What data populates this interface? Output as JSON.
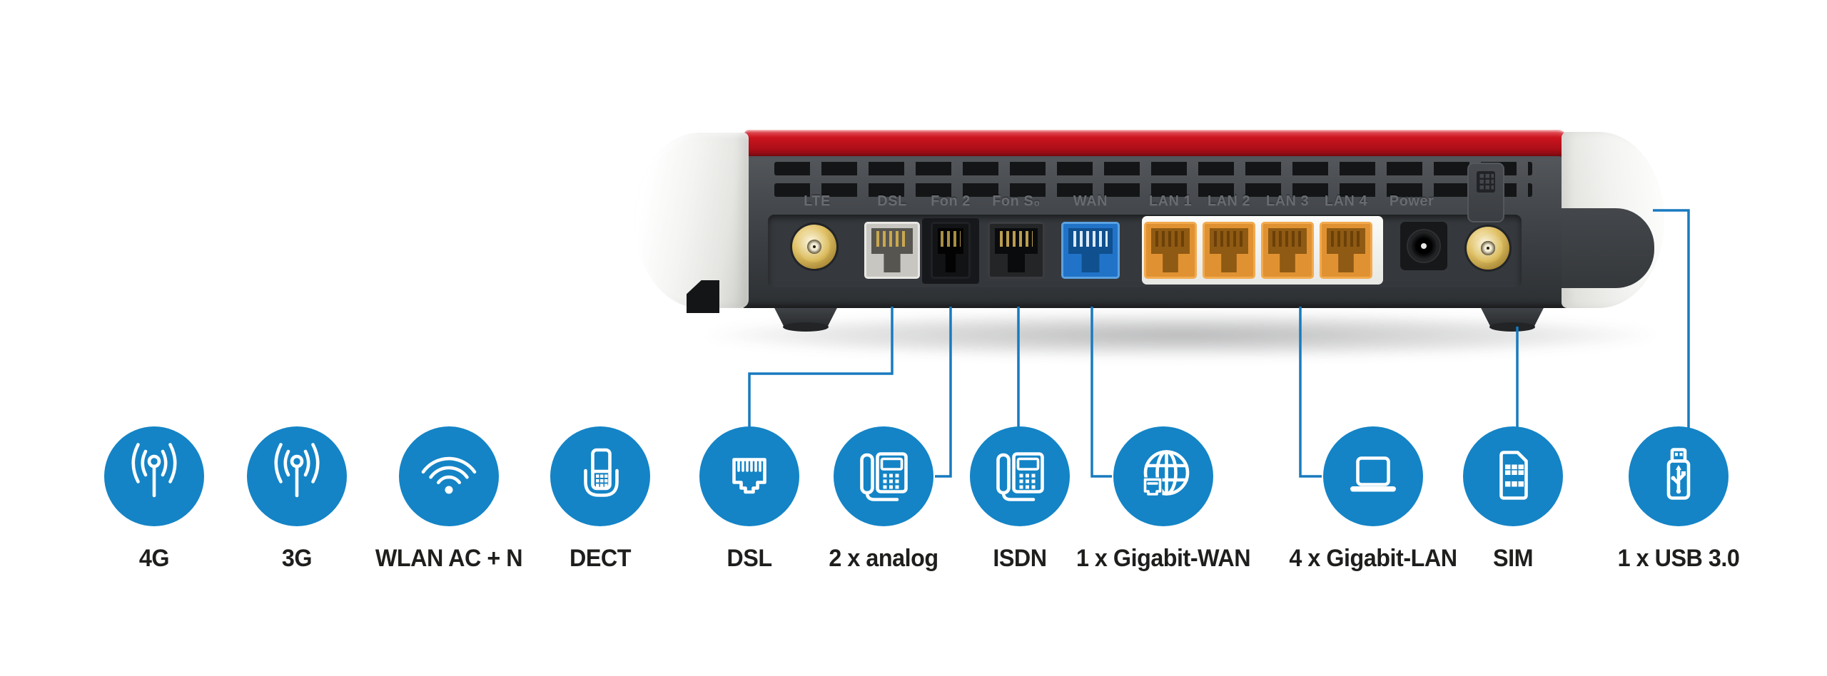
{
  "background_color": "#ffffff",
  "router": {
    "description": "router-rear-panel",
    "port_labels": [
      {
        "id": "lte",
        "label": "LTE"
      },
      {
        "id": "dsl",
        "label": "DSL"
      },
      {
        "id": "fon2",
        "label": "Fon 2"
      },
      {
        "id": "fon-s0",
        "label": "Fon S₀"
      },
      {
        "id": "wan",
        "label": "WAN"
      },
      {
        "id": "lan1",
        "label": "LAN 1"
      },
      {
        "id": "lan2",
        "label": "LAN 2"
      },
      {
        "id": "lan3",
        "label": "LAN 3"
      },
      {
        "id": "lan4",
        "label": "LAN 4"
      },
      {
        "id": "power",
        "label": "Power"
      }
    ]
  },
  "features": [
    {
      "id": "4g",
      "label": "4G",
      "icon": "cellular-antenna-icon"
    },
    {
      "id": "3g",
      "label": "3G",
      "icon": "cellular-antenna-icon"
    },
    {
      "id": "wlan",
      "label": "WLAN AC + N",
      "icon": "wifi-icon"
    },
    {
      "id": "dect",
      "label": "DECT",
      "icon": "cordless-phone-icon"
    },
    {
      "id": "dsl",
      "label": "DSL",
      "icon": "rj45-plug-icon"
    },
    {
      "id": "analog",
      "label": "2 x analog",
      "icon": "desk-phone-icon"
    },
    {
      "id": "isdn",
      "label": "ISDN",
      "icon": "desk-phone-icon"
    },
    {
      "id": "gigabit-wan",
      "label": "1 x Gigabit-WAN",
      "icon": "globe-network-icon"
    },
    {
      "id": "gigabit-lan",
      "label": "4 x Gigabit-LAN",
      "icon": "laptop-icon"
    },
    {
      "id": "sim",
      "label": "SIM",
      "icon": "sim-card-icon"
    },
    {
      "id": "usb",
      "label": "1 x USB 3.0",
      "icon": "usb-stick-icon"
    }
  ],
  "connections": [
    {
      "id": "dsl-line",
      "port": "dsl",
      "feature": "dsl"
    },
    {
      "id": "analog-line",
      "port": "fon2",
      "feature": "analog"
    },
    {
      "id": "isdn-line",
      "port": "fon-s0",
      "feature": "isdn"
    },
    {
      "id": "gigabit-wan-line",
      "port": "wan",
      "feature": "gigabit-wan"
    },
    {
      "id": "gigabit-lan-line",
      "port": "lan",
      "feature": "gigabit-lan"
    },
    {
      "id": "sim-line",
      "port": "sim-slot",
      "feature": "sim"
    },
    {
      "id": "usb-line",
      "port": "usb-port",
      "feature": "usb"
    }
  ],
  "colors": {
    "feature_bubble_blue": "#1484c6",
    "connector_line_blue": "#187abf",
    "router_red": "#b5121c",
    "wan_port_blue": "#2173c8",
    "lan_port_orange": "#e09232",
    "dsl_port_gray": "#c7c6c1",
    "feature_label_text": "#1e1e1c",
    "port_label_text": "#686c71"
  }
}
